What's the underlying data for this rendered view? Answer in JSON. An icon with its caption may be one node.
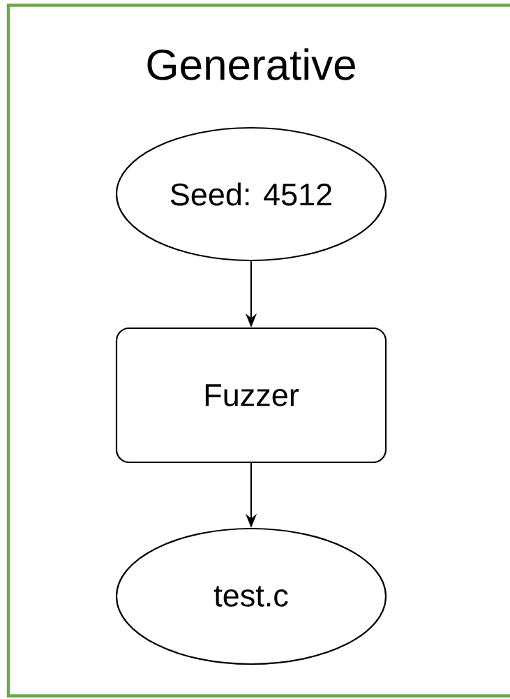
{
  "diagram": {
    "nodes": [
      {
        "text": [
          "Generative"
        ]
      },
      {
        "text": [
          "Seed: 4512"
        ],
        "in": 0
      },
      {
        "text": [
          "Fuzzer"
        ],
        "in": 0
      },
      {
        "text": [
          "test.c"
        ],
        "in": 0
      }
    ],
    "edges": [
      {
        "from": 1,
        "to": 2,
        "arrow": "to"
      },
      {
        "from": 2,
        "to": 3,
        "arrow": "to"
      }
    ]
  }
}
